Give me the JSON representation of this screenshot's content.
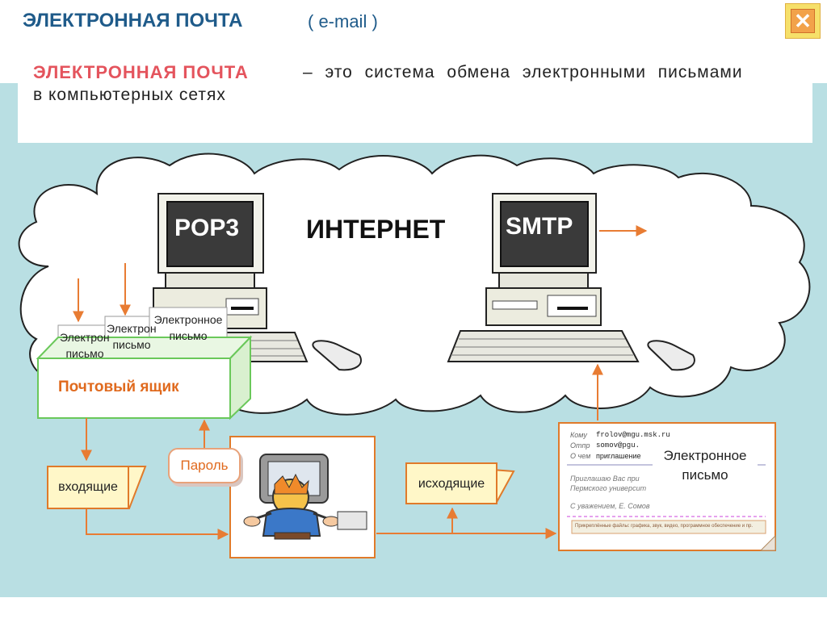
{
  "header": {
    "title": "ЭЛЕКТРОННАЯ  ПОЧТА",
    "subtitle": "( e-mail )",
    "close_glyph": "✕"
  },
  "definition": {
    "term": "ЭЛЕКТРОННАЯ   ПОЧТА",
    "text_line1": "– это система обмена электронными письмами",
    "text_line2": "в компьютерных сетях"
  },
  "diagram": {
    "internet_label": "ИНТЕРНЕТ",
    "pop3_label": "POP3",
    "smtp_label": "SMTP",
    "mailbox_label": "Почтовый ящик",
    "letter_label": "Электронное письмо",
    "letter_label_a": "Электронное",
    "letter_label_b": "письмо",
    "incoming_label": "входящие",
    "outgoing_label": "исходящие",
    "password_label": "Пароль",
    "email_doc": {
      "to_label": "Кому",
      "to_value": "frolov@mgu.msk.ru",
      "from_label": "Отпр",
      "from_value": "somov@pgu.",
      "subj_label": "О чем",
      "subj_value": "приглашение",
      "body_line1": "Приглашаю Вас при",
      "body_line2": "Пермского университ",
      "signature": "С уважением, Е. Сомов",
      "attachment": "Прикреплённые файлы: графика, звук, видео, программное обеспечение и пр."
    }
  },
  "colors": {
    "title": "#1f5b8a",
    "term": "#e4545d",
    "background": "#b9dfe3",
    "arrow": "#e87c33",
    "mailbox_green": "#6ac85a"
  }
}
